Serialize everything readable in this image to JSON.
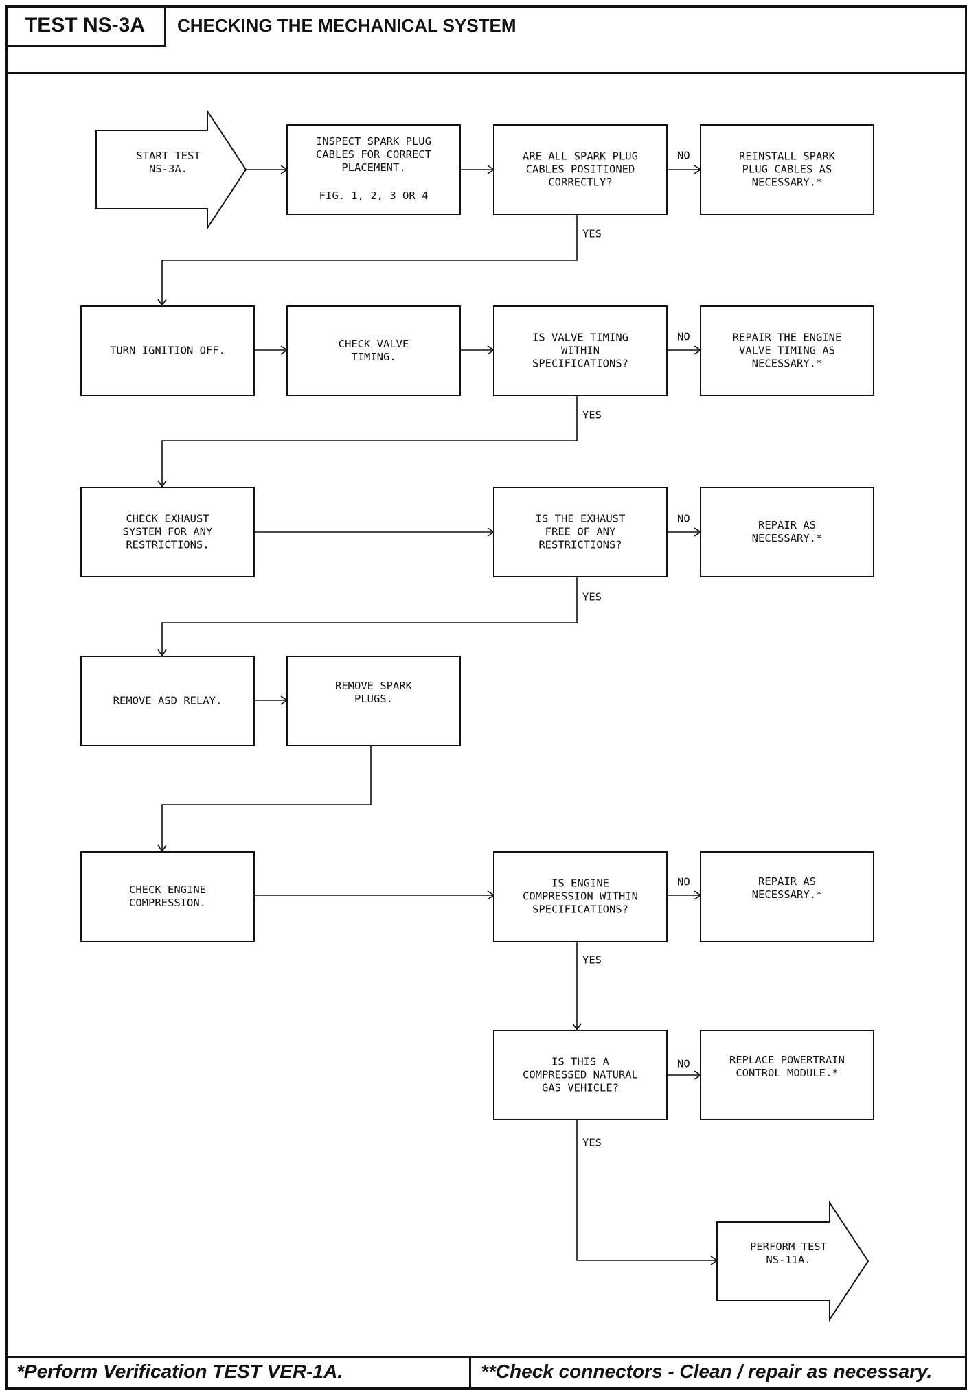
{
  "header": {
    "test_id": "TEST NS-3A",
    "title": "CHECKING THE MECHANICAL SYSTEM"
  },
  "footer": {
    "left_note": "*Perform Verification TEST VER-1A.",
    "right_note": "**Check connectors - Clean / repair as necessary."
  },
  "nodes": {
    "start": [
      "START TEST",
      "NS-3A."
    ],
    "inspect_cables": [
      "INSPECT SPARK PLUG",
      "CABLES FOR CORRECT",
      "PLACEMENT.",
      "FIG. 1, 2, 3 OR 4"
    ],
    "q_cables": [
      "ARE ALL SPARK PLUG",
      "CABLES POSITIONED",
      "CORRECTLY?"
    ],
    "reinstall_cables": [
      "REINSTALL SPARK",
      "PLUG CABLES AS",
      "NECESSARY.*"
    ],
    "ignition_off": [
      "TURN IGNITION OFF."
    ],
    "check_timing": [
      "CHECK VALVE",
      "TIMING."
    ],
    "q_timing": [
      "IS VALVE TIMING",
      "WITHIN",
      "SPECIFICATIONS?"
    ],
    "repair_timing": [
      "REPAIR THE ENGINE",
      "VALVE TIMING AS",
      "NECESSARY.*"
    ],
    "check_exhaust": [
      "CHECK EXHAUST",
      "SYSTEM FOR ANY",
      "RESTRICTIONS."
    ],
    "q_exhaust": [
      "IS THE EXHAUST",
      "FREE OF ANY",
      "RESTRICTIONS?"
    ],
    "repair_exhaust": [
      "REPAIR AS",
      "NECESSARY.*"
    ],
    "remove_asd": [
      "REMOVE ASD RELAY."
    ],
    "remove_plugs": [
      "REMOVE SPARK",
      "PLUGS."
    ],
    "check_compression": [
      "CHECK ENGINE",
      "COMPRESSION."
    ],
    "q_compression": [
      "IS ENGINE",
      "COMPRESSION WITHIN",
      "SPECIFICATIONS?"
    ],
    "repair_compression": [
      "REPAIR AS",
      "NECESSARY.*"
    ],
    "q_cng": [
      "IS THIS A",
      "COMPRESSED NATURAL",
      "GAS VEHICLE?"
    ],
    "replace_pcm": [
      "REPLACE POWERTRAIN",
      "CONTROL MODULE.*"
    ],
    "perform_next": [
      "PERFORM TEST",
      "NS-11A."
    ]
  },
  "edge_labels": {
    "yes": "YES",
    "no": "NO"
  }
}
